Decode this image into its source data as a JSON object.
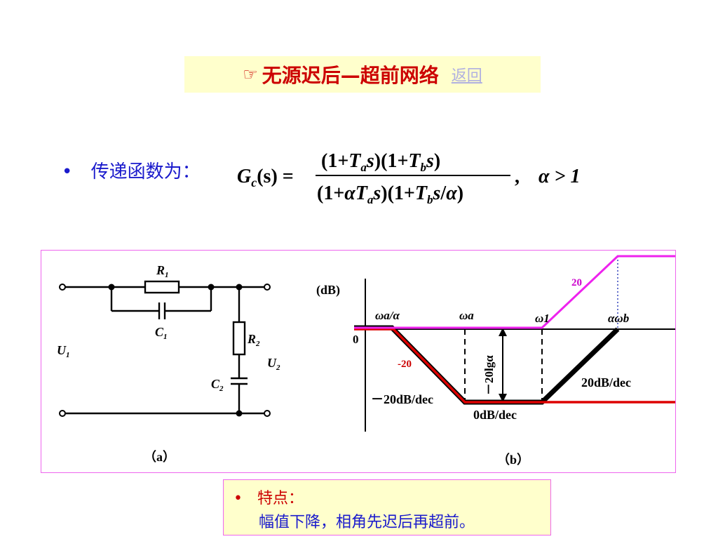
{
  "title": {
    "icon": "pointing-hand-icon",
    "text": "无源迟后—超前网络",
    "back_link": "返回",
    "colors": {
      "title": "#cc0000",
      "link": "#b0b0e0",
      "bg": "#ffffcc"
    }
  },
  "transfer": {
    "bullet": "•",
    "label": "传递函数为：",
    "lhs": "G",
    "lhs_sub": "c",
    "lhs_arg": "(s) =",
    "numerator": "(1+T",
    "condition": "α > 1"
  },
  "circuit": {
    "r1": "R",
    "r1_sub": "1",
    "c1": "C",
    "c1_sub": "1",
    "r2": "R",
    "r2_sub": "2",
    "c2": "C",
    "c2_sub": "2",
    "u1": "U",
    "u1_sub": "1",
    "u2": "U",
    "u2_sub": "2",
    "caption": "（a）"
  },
  "bode": {
    "ylabel": "(dB)",
    "zero": "0",
    "w1": "ωa/α",
    "w2": "ωa",
    "w3": "ω1",
    "w4": "αωb",
    "slope_up": "20",
    "slope_down": "-20",
    "gap": "－20lgα",
    "label_left": "－20dB/dec",
    "label_mid": "0dB/dec",
    "label_right": "20dB/dec",
    "caption": "（b）"
  },
  "note": {
    "bullet": "•",
    "heading": "特点：",
    "text": "幅值下降，相角先迟后再超前。"
  }
}
